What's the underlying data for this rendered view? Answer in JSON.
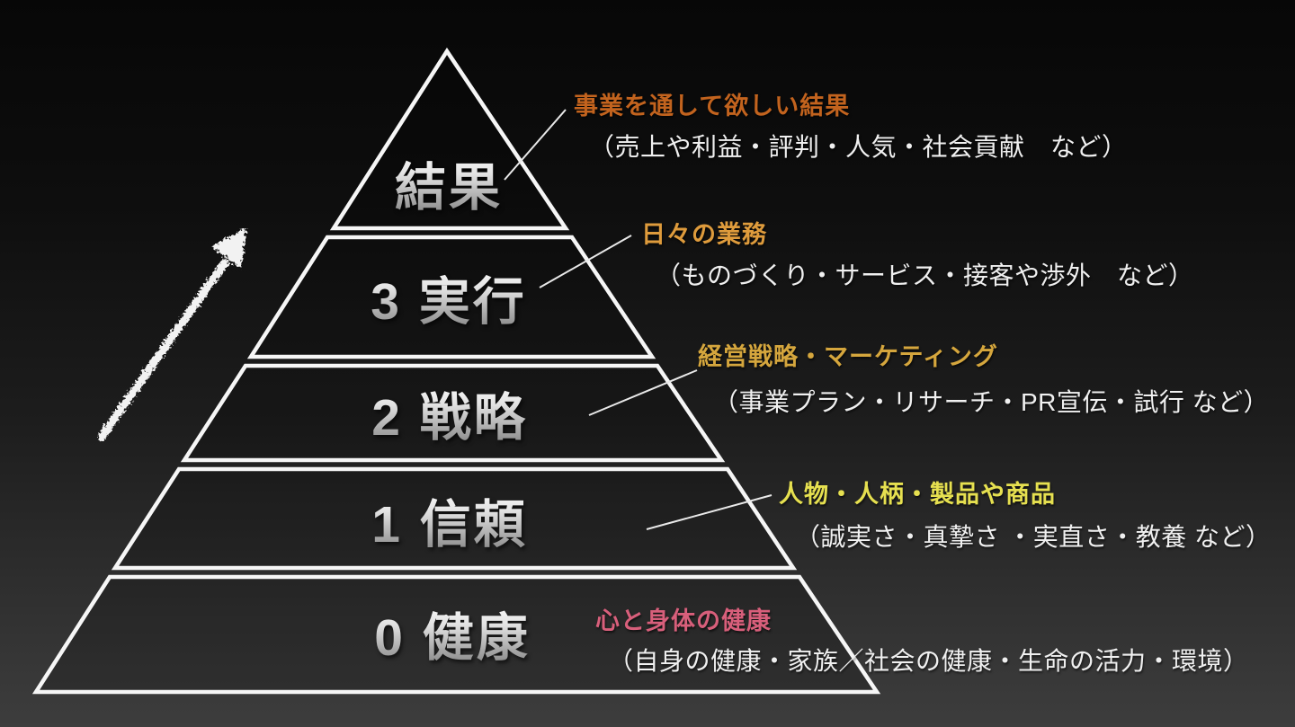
{
  "slide": {
    "title_concept": "ビジネス・ピラミッド",
    "colors": {
      "background_top": "#070707",
      "background_bottom": "#3d3d3d",
      "pyramid_line": "#f6f6f6",
      "description_text": "#f0f0f0",
      "label_gradient_top": "#ffffff",
      "label_gradient_bottom": "#7d7d7d"
    }
  },
  "pyramid": {
    "levels": [
      {
        "key": "results",
        "label": "結果"
      },
      {
        "key": "execution",
        "label": "3 実行"
      },
      {
        "key": "strategy",
        "label": "2 戦略"
      },
      {
        "key": "trust",
        "label": "1 信頼"
      },
      {
        "key": "health",
        "label": "0 健康"
      }
    ]
  },
  "annotations": [
    {
      "level": "結果",
      "title": "事業を通して欲しい結果",
      "title_color": "#c2631e",
      "description": "（売上や利益・評判・人気・社会貢献　など）"
    },
    {
      "level": "3 実行",
      "title": "日々の業務",
      "title_color": "#de9b3c",
      "description": "（ものづくり・サービス・接客や渉外　など）"
    },
    {
      "level": "2 戦略",
      "title": "経営戦略・マーケティング",
      "title_color": "#d5a63d",
      "description": "（事業プラン・リサーチ・PR宣伝・試行 など）"
    },
    {
      "level": "1 信頼",
      "title": "人物・人柄・製品や商品",
      "title_color": "#e6e050",
      "description": "（誠実さ・真摯さ ・実直さ・教養 など）"
    },
    {
      "level": "0 健康",
      "title": "心と身体の健康",
      "title_color": "#d85f7b",
      "description": "（自身の健康・家族／社会の健康・生命の活力・環境）"
    }
  ]
}
